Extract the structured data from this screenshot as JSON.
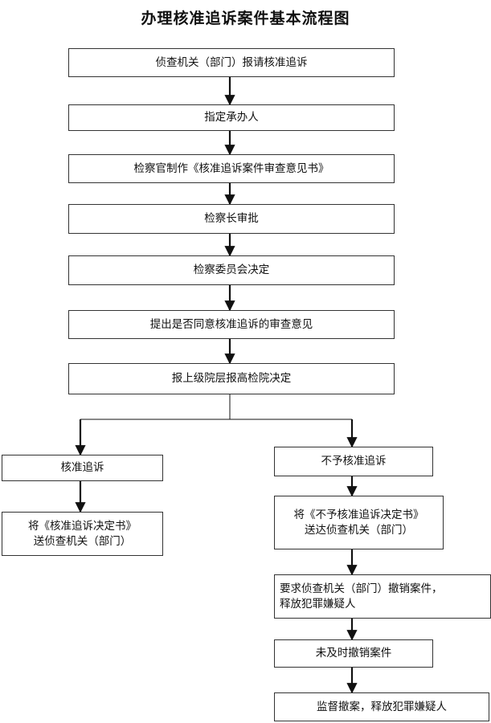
{
  "title": "办理核准追诉案件基本流程图",
  "steps": [
    "侦查机关（部门）报请核准追诉",
    "指定承办人",
    "检察官制作《核准追诉案件审查意见书》",
    "检察长审批",
    "检察委员会决定",
    "提出是否同意核准追诉的审查意见",
    "报上级院层报高检院决定"
  ],
  "branch_approve": {
    "decision": "核准追诉",
    "action": [
      "将《核准追诉决定书》",
      "送侦查机关（部门）"
    ]
  },
  "branch_reject": {
    "decision": "不予核准追诉",
    "action": [
      "将《不予核准追诉决定书》",
      "送达侦查机关（部门）"
    ],
    "require": [
      "要求侦查机关（部门）撤销案件，",
      "释放犯罪嫌疑人"
    ],
    "untimely": "未及时撤销案件",
    "supervise": "监督撤案，释放犯罪嫌疑人"
  },
  "colors": {
    "line": "#111111",
    "border": "#333333"
  }
}
